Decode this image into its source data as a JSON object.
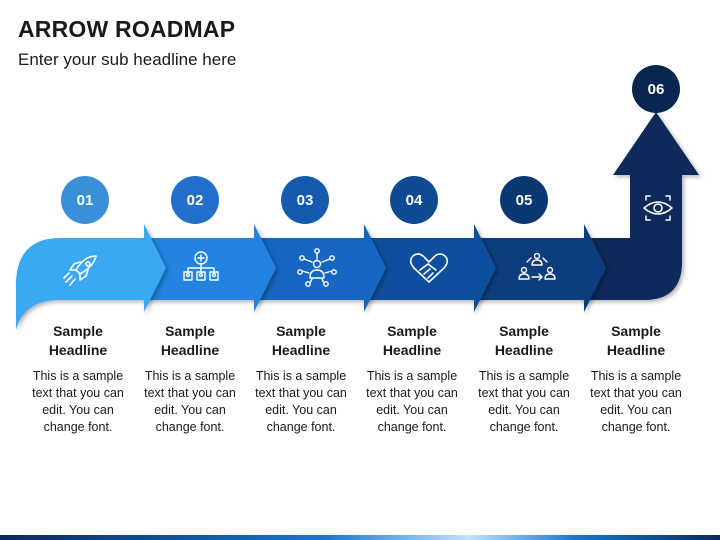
{
  "title": "ARROW ROADMAP",
  "subtitle": "Enter your sub headline here",
  "colors": {
    "arrow_1": "#3aa8f2",
    "arrow_2": "#2283e0",
    "arrow_3": "#1766c2",
    "arrow_4": "#0f4f9c",
    "arrow_5": "#0b3d7d",
    "arrow_6": "#0a2a5a"
  },
  "steps": [
    {
      "number": "01",
      "headline_1": "Sample",
      "headline_2": "Headline",
      "text": "This is a sample text that you can edit. You can change font.",
      "icon": "rocket-icon"
    },
    {
      "number": "02",
      "headline_1": "Sample",
      "headline_2": "Headline",
      "text": "This is a sample text that you can edit. You can change font.",
      "icon": "team-structure-icon"
    },
    {
      "number": "03",
      "headline_1": "Sample",
      "headline_2": "Headline",
      "text": "This is a sample text that you can edit. You can change font.",
      "icon": "network-person-icon"
    },
    {
      "number": "04",
      "headline_1": "Sample",
      "headline_2": "Headline",
      "text": "This is a sample text that you can edit. You can change font.",
      "icon": "heart-handshake-icon"
    },
    {
      "number": "05",
      "headline_1": "Sample",
      "headline_2": "Headline",
      "text": "This is a sample text that you can edit. You can change font.",
      "icon": "people-exchange-icon"
    },
    {
      "number": "06",
      "headline_1": "Sample",
      "headline_2": "Headline",
      "text": "This is a sample text that you can edit. You can change font.",
      "icon": "vision-eye-icon"
    }
  ]
}
